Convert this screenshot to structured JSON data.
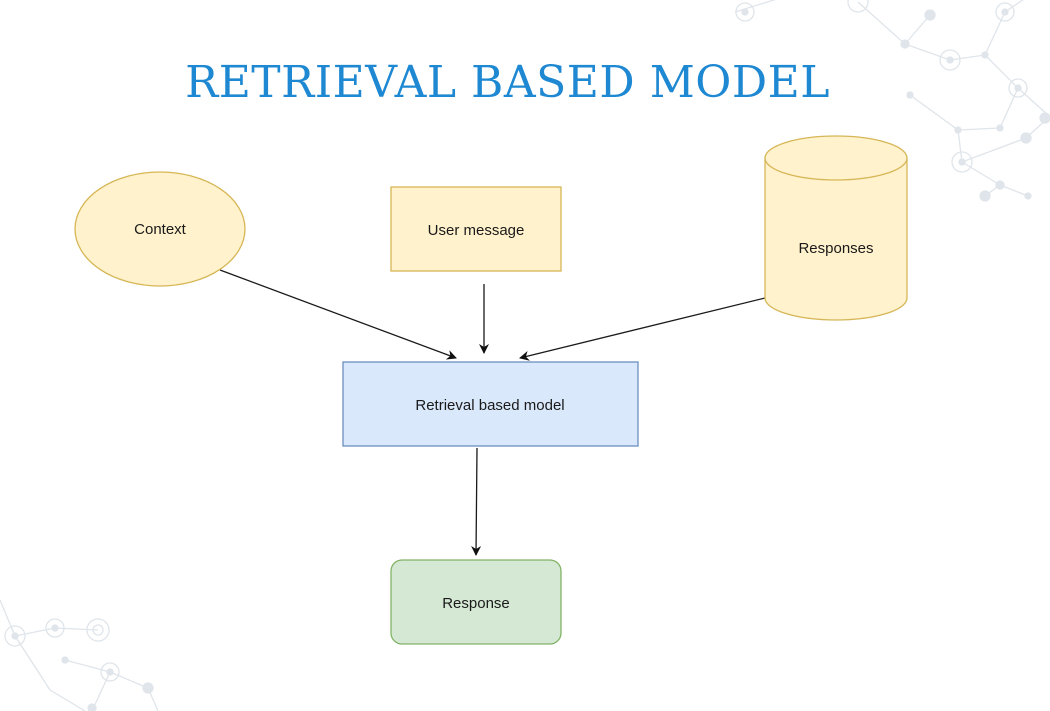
{
  "slide": {
    "title": "RETRIEVAL BASED MODEL"
  },
  "diagram": {
    "nodes": {
      "context": {
        "label": "Context",
        "shape": "ellipse",
        "fill": "#fff2cc",
        "stroke": "#d6b656"
      },
      "user_message": {
        "label": "User message",
        "shape": "rectangle",
        "fill": "#fff2cc",
        "stroke": "#d6b656"
      },
      "responses": {
        "label": "Responses",
        "shape": "cylinder",
        "fill": "#fff2cc",
        "stroke": "#d6b656"
      },
      "model": {
        "label": "Retrieval based model",
        "shape": "rectangle",
        "fill": "#dae8fc",
        "stroke": "#6c8ebf"
      },
      "response": {
        "label": "Response",
        "shape": "rounded-rectangle",
        "fill": "#d5e8d4",
        "stroke": "#82b366"
      }
    },
    "edges": [
      {
        "from": "context",
        "to": "model"
      },
      {
        "from": "user_message",
        "to": "model"
      },
      {
        "from": "responses",
        "to": "model"
      },
      {
        "from": "model",
        "to": "response"
      }
    ],
    "accent_color": "#1e88d2"
  }
}
